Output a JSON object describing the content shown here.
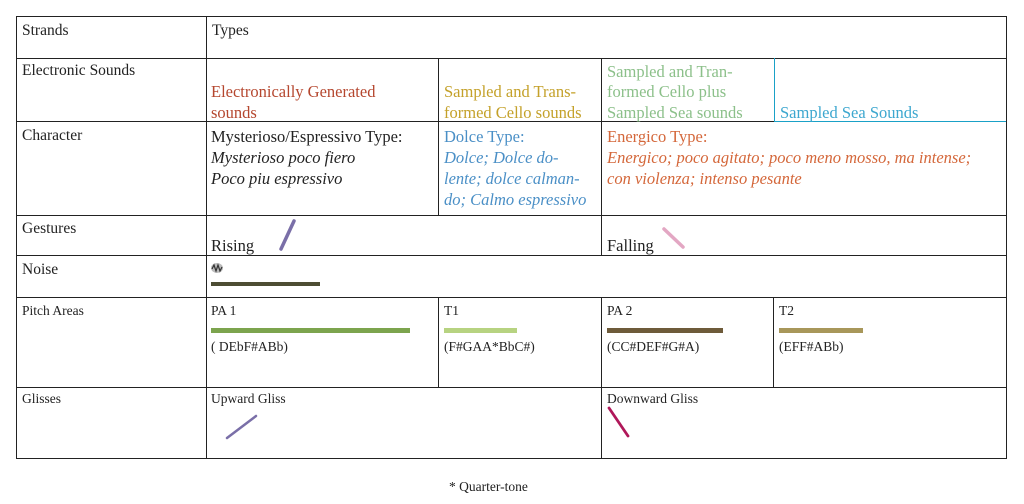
{
  "rows": {
    "strands": {
      "label": "Strands",
      "value": "Types"
    },
    "electronic": {
      "label": "Electronic Sounds",
      "c1": [
        "Electronically Generated",
        "sounds"
      ],
      "c2": [
        "Sampled and Trans-",
        "formed Cello sounds"
      ],
      "c3": [
        "Sampled and Tran-",
        "formed Cello plus",
        "Sampled Sea sounds"
      ],
      "c4": [
        "Sampled Sea Sounds"
      ]
    },
    "character": {
      "label": "Character",
      "c1_title": "Mysterioso/Espressivo Type:",
      "c1_lines": [
        "Mysterioso poco fiero",
        "Poco piu espressivo"
      ],
      "c2_title": "Dolce Type:",
      "c2_lines": [
        "Dolce; Dolce do-",
        "lente; dolce calman-",
        "do; Calmo espressivo"
      ],
      "c3_title": "Energico Type:",
      "c3_lines": [
        "Energico; poco agitato; poco meno mosso, ma intense;",
        "con violenza; intenso pesante"
      ]
    },
    "gestures": {
      "label": "Gestures",
      "rising": "Rising",
      "falling": "Falling"
    },
    "noise": {
      "label": "Noise"
    },
    "pitch": {
      "label": "Pitch Areas",
      "areas": [
        {
          "name": "PA 1",
          "notes": "( DEbF#ABb)"
        },
        {
          "name": "T1",
          "notes": "(F#GAA*BbC#)"
        },
        {
          "name": "PA 2",
          "notes": "(CC#DEF#G#A)"
        },
        {
          "name": "T2",
          "notes": "(EFF#ABb)"
        }
      ]
    },
    "glisses": {
      "label": "Glisses",
      "up": "Upward Gliss",
      "down": "Downward Gliss"
    }
  },
  "footnote": "* Quarter-tone",
  "colors": {
    "electronic_generated": "#b5472f",
    "cello": "#c4a12a",
    "cello_sea": "#8cc08a",
    "sea": "#3da7cf",
    "dolce": "#4a8fc6",
    "energico": "#d4673a",
    "rising": "#7a6fa8",
    "falling": "#e3a7c3",
    "noise_bar": "#4d4d33",
    "pa1": "#7ca44e",
    "t1": "#b7d381",
    "pa2": "#6e5b3a",
    "t2": "#a8975a",
    "upward": "#7a6fa8",
    "downward": "#b0185a"
  }
}
